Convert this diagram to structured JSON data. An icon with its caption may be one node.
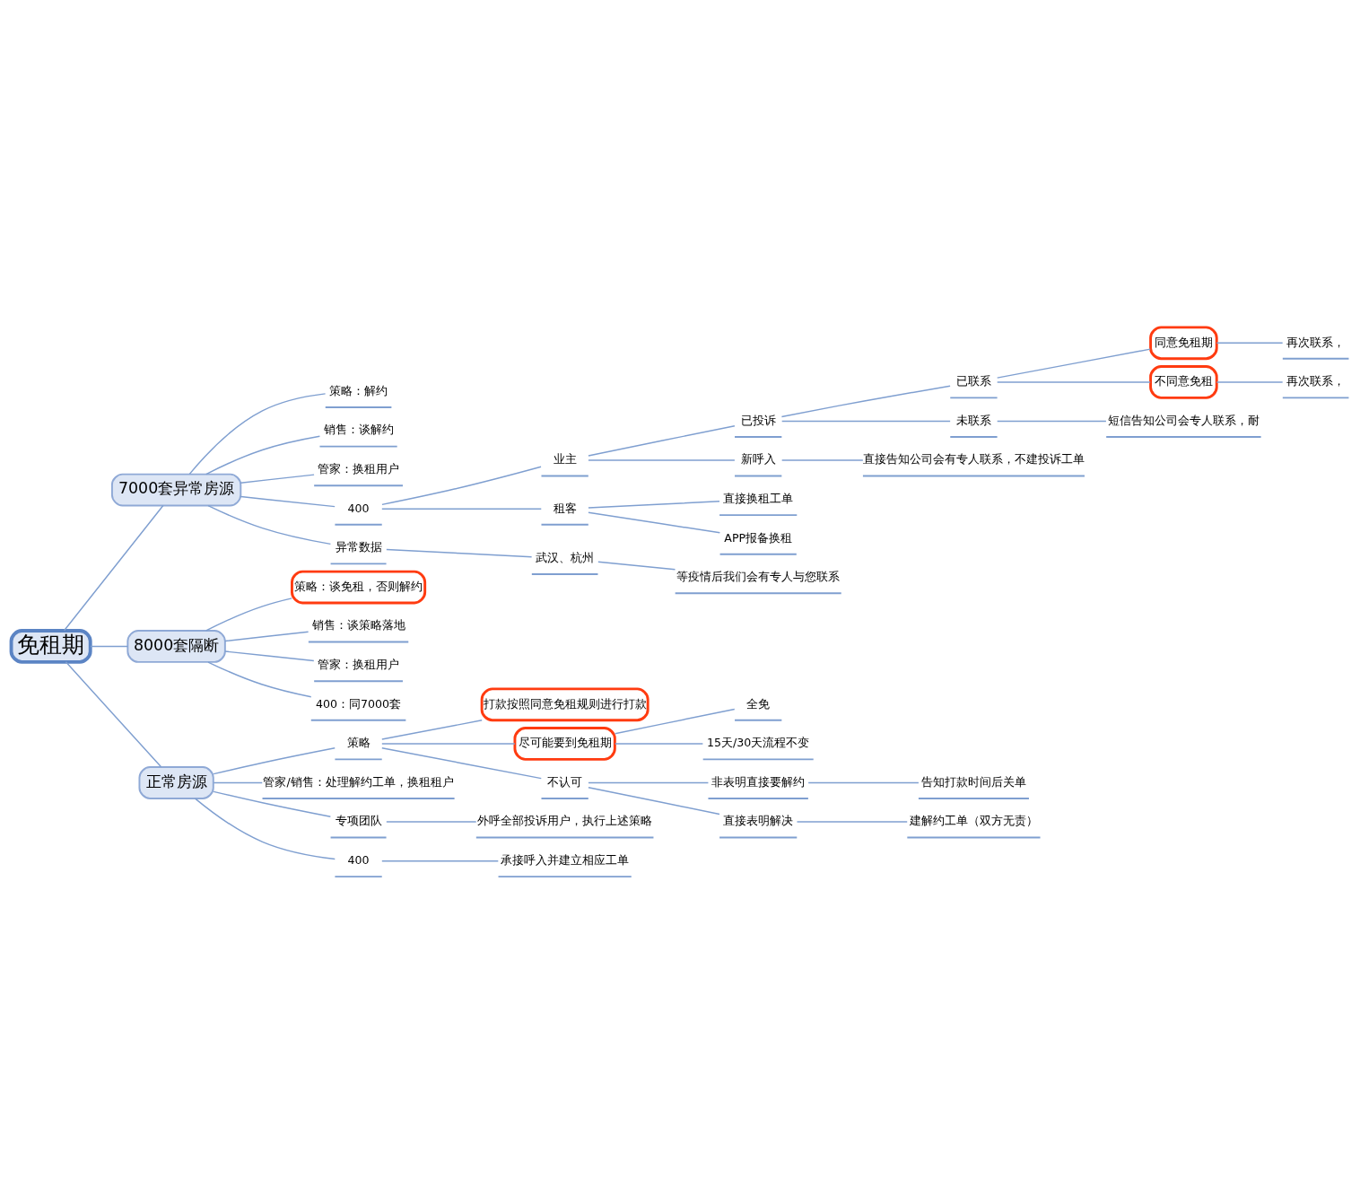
{
  "diagram": {
    "nodes": [
      {
        "text": [
          "免租期"
        ]
      },
      {
        "text": [
          "7000套异常房源"
        ]
      },
      {
        "text": [
          "策略：解约"
        ]
      },
      {
        "text": [
          "销售：谈解约"
        ]
      },
      {
        "text": [
          "管家：换租用户"
        ]
      },
      {
        "text": [
          "400"
        ]
      },
      {
        "text": [
          "业主"
        ]
      },
      {
        "text": [
          "已投诉"
        ]
      },
      {
        "text": [
          "已联系"
        ]
      },
      {
        "text": [
          "同意免租期"
        ]
      },
      {
        "text": [
          "再次联系，"
        ]
      },
      {
        "text": [
          "不同意免租"
        ]
      },
      {
        "text": [
          "再次联系，"
        ]
      },
      {
        "text": [
          "未联系"
        ]
      },
      {
        "text": [
          "短信告知公司会专人联系，耐"
        ]
      },
      {
        "text": [
          "新呼入"
        ]
      },
      {
        "text": [
          "直接告知公司会有专人联系，不建投诉工单"
        ]
      },
      {
        "text": [
          "租客"
        ]
      },
      {
        "text": [
          "直接换租工单"
        ]
      },
      {
        "text": [
          "APP报备换租"
        ]
      },
      {
        "text": [
          "异常数据"
        ]
      },
      {
        "text": [
          "武汉、杭州"
        ]
      },
      {
        "text": [
          "等疫情后我们会有专人与您联系"
        ]
      },
      {
        "text": [
          "8000套隔断"
        ]
      },
      {
        "text": [
          "策略：谈免租，否则解约"
        ]
      },
      {
        "text": [
          "销售：谈策略落地"
        ]
      },
      {
        "text": [
          "管家：换租用户"
        ]
      },
      {
        "text": [
          "400：同7000套"
        ]
      },
      {
        "text": [
          "正常房源"
        ]
      },
      {
        "text": [
          "策略"
        ]
      },
      {
        "text": [
          "打款按照同意免租规则进行打款"
        ]
      },
      {
        "text": [
          "尽可能要到免租期"
        ]
      },
      {
        "text": [
          "全免"
        ]
      },
      {
        "text": [
          "15天/30天流程不变"
        ]
      },
      {
        "text": [
          "不认可"
        ]
      },
      {
        "text": [
          "非表明直接要解约"
        ]
      },
      {
        "text": [
          "告知打款时间后关单"
        ]
      },
      {
        "text": [
          "直接表明解决"
        ]
      },
      {
        "text": [
          "建解约工单（双方无责）"
        ]
      },
      {
        "text": [
          "管家/销售：处理解约工单，换租租户"
        ]
      },
      {
        "text": [
          "专项团队"
        ]
      },
      {
        "text": [
          "外呼全部投诉用户，执行上述策略"
        ]
      },
      {
        "text": [
          "400"
        ]
      },
      {
        "text": [
          "承接呼入并建立相应工单"
        ]
      }
    ],
    "edges": [
      {
        "from": 0,
        "to": 1,
        "arrow": "none"
      },
      {
        "from": 1,
        "to": 2,
        "arrow": "none"
      },
      {
        "from": 1,
        "to": 3,
        "arrow": "none"
      },
      {
        "from": 1,
        "to": 4,
        "arrow": "none"
      },
      {
        "from": 1,
        "to": 5,
        "arrow": "none"
      },
      {
        "from": 5,
        "to": 6,
        "arrow": "none"
      },
      {
        "from": 6,
        "to": 7,
        "arrow": "none"
      },
      {
        "from": 7,
        "to": 8,
        "arrow": "none"
      },
      {
        "from": 8,
        "to": 9,
        "arrow": "none"
      },
      {
        "from": 9,
        "to": 10,
        "arrow": "none"
      },
      {
        "from": 8,
        "to": 11,
        "arrow": "none"
      },
      {
        "from": 11,
        "to": 12,
        "arrow": "none"
      },
      {
        "from": 7,
        "to": 13,
        "arrow": "none"
      },
      {
        "from": 13,
        "to": 14,
        "arrow": "none"
      },
      {
        "from": 6,
        "to": 15,
        "arrow": "none"
      },
      {
        "from": 15,
        "to": 16,
        "arrow": "none"
      },
      {
        "from": 5,
        "to": 17,
        "arrow": "none"
      },
      {
        "from": 17,
        "to": 18,
        "arrow": "none"
      },
      {
        "from": 17,
        "to": 19,
        "arrow": "none"
      },
      {
        "from": 1,
        "to": 20,
        "arrow": "none"
      },
      {
        "from": 20,
        "to": 21,
        "arrow": "none"
      },
      {
        "from": 21,
        "to": 22,
        "arrow": "none"
      },
      {
        "from": 0,
        "to": 23,
        "arrow": "none"
      },
      {
        "from": 23,
        "to": 24,
        "arrow": "none"
      },
      {
        "from": 23,
        "to": 25,
        "arrow": "none"
      },
      {
        "from": 23,
        "to": 26,
        "arrow": "none"
      },
      {
        "from": 23,
        "to": 27,
        "arrow": "none"
      },
      {
        "from": 0,
        "to": 28,
        "arrow": "none"
      },
      {
        "from": 28,
        "to": 29,
        "arrow": "none"
      },
      {
        "from": 29,
        "to": 30,
        "arrow": "none"
      },
      {
        "from": 29,
        "to": 31,
        "arrow": "none"
      },
      {
        "from": 31,
        "to": 32,
        "arrow": "none"
      },
      {
        "from": 31,
        "to": 33,
        "arrow": "none"
      },
      {
        "from": 29,
        "to": 34,
        "arrow": "none"
      },
      {
        "from": 34,
        "to": 35,
        "arrow": "none"
      },
      {
        "from": 35,
        "to": 36,
        "arrow": "none"
      },
      {
        "from": 34,
        "to": 37,
        "arrow": "none"
      },
      {
        "from": 37,
        "to": 38,
        "arrow": "none"
      },
      {
        "from": 28,
        "to": 39,
        "arrow": "none"
      },
      {
        "from": 28,
        "to": 40,
        "arrow": "none"
      },
      {
        "from": 40,
        "to": 41,
        "arrow": "none"
      },
      {
        "from": 28,
        "to": 42,
        "arrow": "none"
      },
      {
        "from": 42,
        "to": 43,
        "arrow": "none"
      }
    ]
  }
}
